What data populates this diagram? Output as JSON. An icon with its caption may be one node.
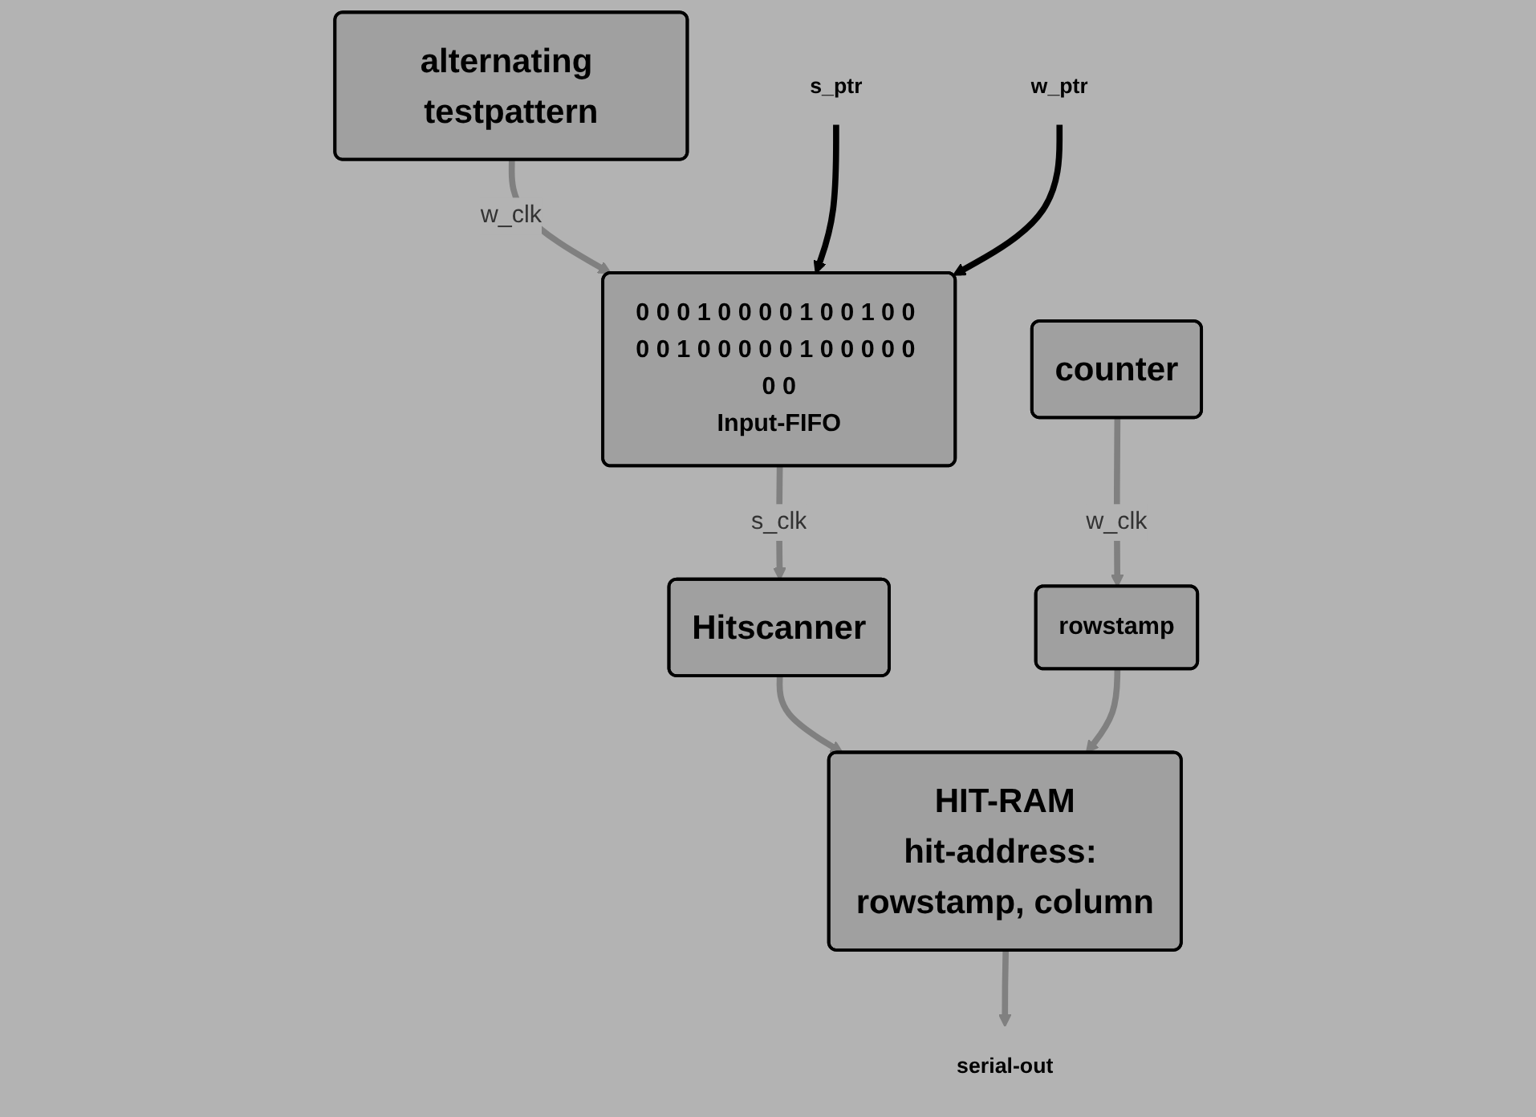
{
  "diagram": {
    "nodes": [
      {
        "text": [
          "counter"
        ]
      },
      {
        "text": [
          "alternating testpattern"
        ]
      },
      {
        "text": [
          "rowstamp"
        ]
      },
      {
        "text": [
          "s_ptr"
        ]
      },
      {
        "text": [
          "0 0 0 1 0 0 0 0 1 0 0 1 0 0 0 0 1 0 0 0 0 0 1 0 0 0 0 0 0 0",
          "Input-FIFO"
        ]
      },
      {
        "text": [
          "w_ptr"
        ]
      },
      {
        "text": [
          "Hitscanner"
        ]
      },
      {
        "text": [
          "HIT-RAM",
          "hit-address: rowstamp, column"
        ]
      },
      {
        "text": [
          "serial-out"
        ]
      }
    ],
    "edges": [
      {
        "from": 0,
        "to": 2,
        "arrow": "to",
        "label": "w_clk"
      },
      {
        "from": 1,
        "to": 4,
        "arrow": "to",
        "label": "w_clk"
      },
      {
        "from": 3,
        "to": 4,
        "arrow": "to",
        "color": "#000000"
      },
      {
        "from": 5,
        "to": 4,
        "arrow": "to",
        "color": "#000000"
      },
      {
        "from": 4,
        "to": 6,
        "arrow": "to",
        "label": "s_clk"
      },
      {
        "from": 6,
        "to": 7,
        "arrow": "to"
      },
      {
        "from": 2,
        "to": 7,
        "arrow": "to"
      },
      {
        "from": 7,
        "to": 8,
        "arrow": "to"
      }
    ]
  }
}
